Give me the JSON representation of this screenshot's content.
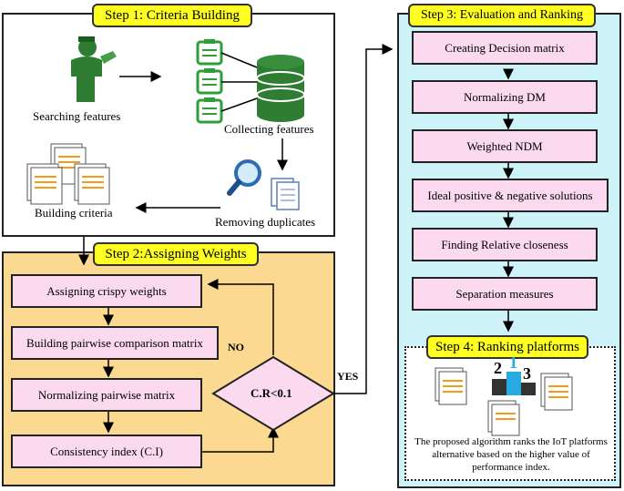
{
  "step1": {
    "title": "Step 1: Criteria Building",
    "searching": "Searching  features",
    "collecting": "Collecting features",
    "removing": "Removing duplicates",
    "building": "Building criteria"
  },
  "step2": {
    "title": "Step 2:Assigning Weights",
    "items": [
      "Assigning  crispy weights",
      "Building pairwise comparison matrix",
      "Normalizing pairwise matrix",
      "Consistency index (C.I)"
    ],
    "decision": "C.R<0.1",
    "no_label": "NO",
    "yes_label": "YES"
  },
  "step3": {
    "title": "Step 3: Evaluation  and Ranking",
    "items": [
      "Creating Decision matrix",
      "Normalizing DM",
      "Weighted NDM",
      "Ideal positive & negative solutions",
      "Finding Relative closeness",
      "Separation measures"
    ]
  },
  "step4": {
    "title": "Step 4: Ranking platforms",
    "description": "The proposed algorithm ranks the IoT platforms alternative  based on the higher value  of performance index.",
    "podium": [
      "2",
      "1",
      "3"
    ]
  }
}
